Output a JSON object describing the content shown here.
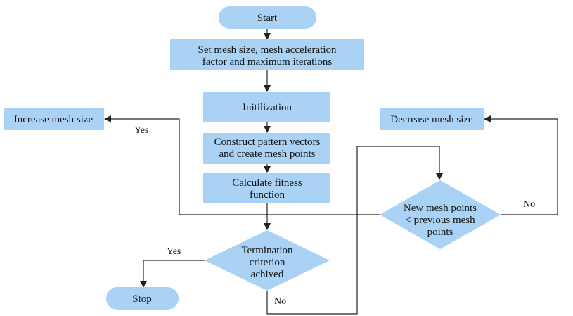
{
  "colors": {
    "node_fill": "#a9d2f5",
    "line": "#222222",
    "text": "#111111",
    "background": "#ffffff"
  },
  "nodes": {
    "start": "Start",
    "setup": [
      "Set mesh size, mesh acceleration",
      "factor and maximum iterations"
    ],
    "init": "Initilization",
    "pattern": [
      "Construct pattern vectors",
      "and create mesh points"
    ],
    "fitness": [
      "Calculate fitness",
      "function"
    ],
    "termination": [
      "Termination",
      "criterion",
      "achived"
    ],
    "stop": "Stop",
    "increase": "Increase mesh size",
    "decrease": "Decrease mesh size",
    "compare": [
      "New mesh points",
      "< previous mesh",
      "points"
    ]
  },
  "edges": {
    "yes_increase": "Yes",
    "yes_stop": "Yes",
    "no_termination": "No",
    "no_compare": "No"
  }
}
